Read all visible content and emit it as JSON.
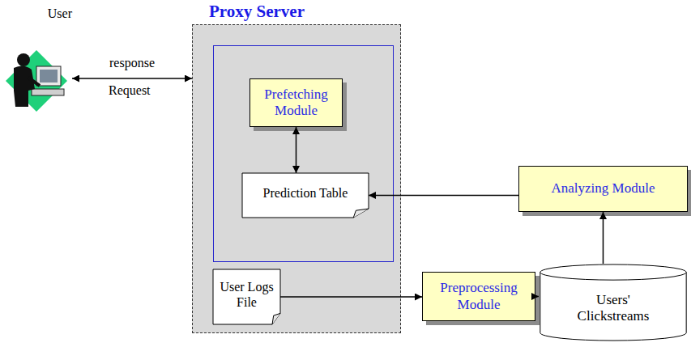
{
  "diagram": {
    "nodes": [
      {
        "text": [
          "User"
        ]
      },
      {
        "text": [
          "Proxy Server"
        ]
      },
      {
        "text": [
          "Prefetching Module"
        ],
        "in": 1
      },
      {
        "text": [
          "Prediction Table"
        ],
        "in": 1
      },
      {
        "text": [
          "User Logs File"
        ],
        "in": 1
      },
      {
        "text": [
          "Analyzing Module"
        ]
      },
      {
        "text": [
          "Preprocessing Module"
        ]
      },
      {
        "text": [
          "Users' Clickstreams"
        ]
      }
    ],
    "edges": [
      {
        "from": 0,
        "to": 1,
        "label": "response",
        "arrow": "both"
      },
      {
        "from": 2,
        "to": 3,
        "arrow": "both"
      },
      {
        "from": 5,
        "to": 3,
        "arrow": "to"
      },
      {
        "from": 4,
        "to": 6,
        "arrow": "to"
      },
      {
        "from": 6,
        "to": 7,
        "arrow": "to"
      },
      {
        "from": 7,
        "to": 5,
        "arrow": "to"
      }
    ],
    "labels": [
      "Request"
    ]
  }
}
